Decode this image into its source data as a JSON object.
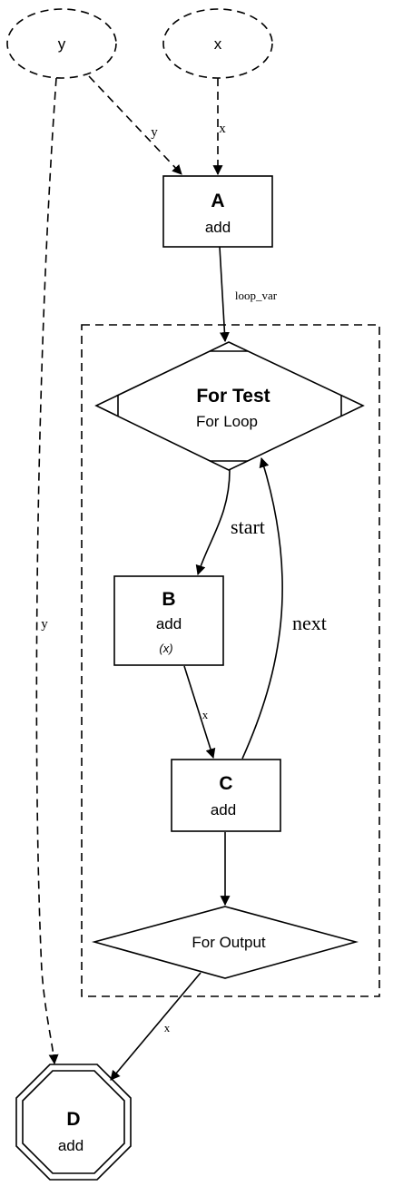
{
  "inputs": {
    "y": "y",
    "x": "x"
  },
  "nodes": {
    "A": {
      "name": "A",
      "op": "add"
    },
    "for_test": {
      "name": "For Test",
      "op": "For Loop"
    },
    "B": {
      "name": "B",
      "op": "add",
      "args": "(x)"
    },
    "C": {
      "name": "C",
      "op": "add"
    },
    "for_output": {
      "label": "For Output"
    },
    "D": {
      "name": "D",
      "op": "add"
    }
  },
  "edges": {
    "y_to_A": "y",
    "x_to_A": "x",
    "A_to_loop": "loop_var",
    "loop_start": "start",
    "loop_next": "next",
    "B_to_C": "x",
    "y_to_D": "y",
    "out_to_D": "x"
  }
}
